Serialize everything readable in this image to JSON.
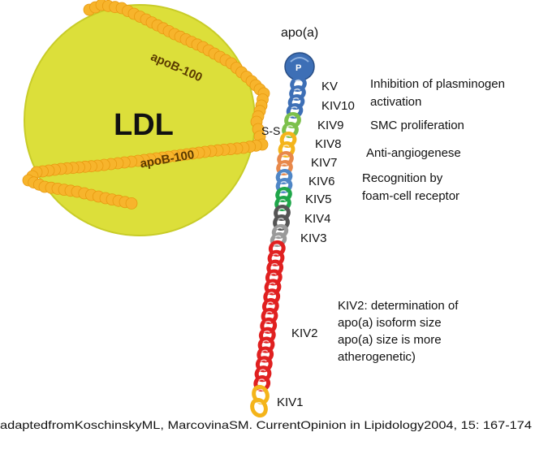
{
  "diagram": {
    "ldl_label": "LDL",
    "apob_label_top": "apoB-100",
    "apob_label_bottom": "apoB-100",
    "ss_label": "S-S",
    "apoa_label": "apo(a)",
    "protease_label": "P",
    "kringles": [
      {
        "label": "KV",
        "color": "#3d6fb6"
      },
      {
        "label": "KIV10",
        "color": "#3d6fb6"
      },
      {
        "label": "KIV9",
        "color": "#7cc04b"
      },
      {
        "label": "KIV8",
        "color": "#f4b41a"
      },
      {
        "label": "KIV7",
        "color": "#e8884a"
      },
      {
        "label": "KIV6",
        "color": "#4f86c6"
      },
      {
        "label": "KIV5",
        "color": "#1fa64a"
      },
      {
        "label": "KIV4",
        "color": "#555555"
      },
      {
        "label": "KIV3",
        "color": "#9a9a9a"
      },
      {
        "label": "KIV2",
        "color": "#e02020"
      },
      {
        "label": "KIV1",
        "color": "#f4b41a"
      }
    ],
    "annotations": {
      "kv_line1": "Inhibition of plasminogen",
      "kv_line2": "activation",
      "kiv9": "SMC proliferation",
      "kiv7": "Anti-angiogenese",
      "kiv6_line1": "Recognition by",
      "kiv6_line2": "foam-cell receptor",
      "kiv2_line1": "KIV2: determination of",
      "kiv2_line2": "apo(a) isoform size",
      "kiv2_line3": "apo(a) size is more",
      "kiv2_line4": "atherogenetic)"
    },
    "citation": "adaptedfromKoschinskyML, MarcovinaSM. CurrentOpinion in Lipidology2004, 15: 167-174",
    "colors": {
      "ldl_fill": "#dcdf3a",
      "ldl_edge": "#c8cc28",
      "apob_chain": "#f7b42c",
      "apob_text": "#5a3a00",
      "protease": "#3d6fb6"
    }
  }
}
